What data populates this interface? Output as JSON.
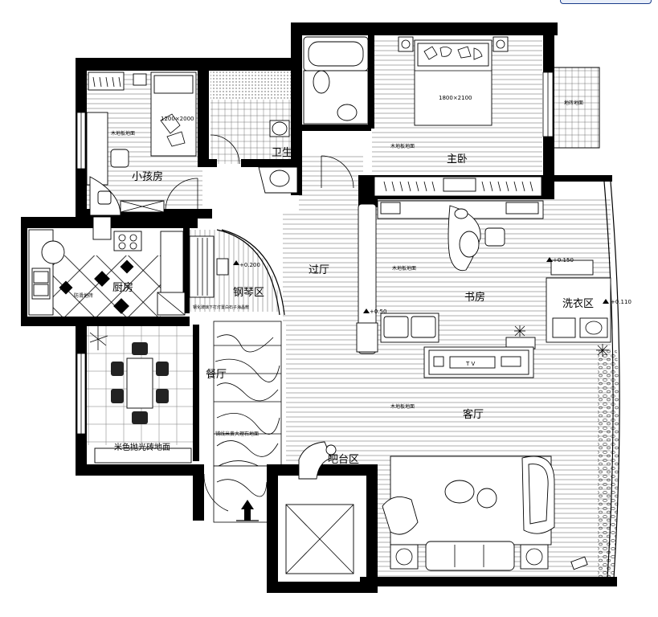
{
  "rooms": {
    "child_room": "小孩房",
    "toilet": "卫生间",
    "master_bedroom": "主卧",
    "kitchen": "厨房",
    "piano_area": "钢琴区",
    "hallway": "过厅",
    "study": "书房",
    "laundry": "洗衣区",
    "dining": "餐厅",
    "living_room": "客厅",
    "balcony": "吧台区"
  },
  "floor_notes": {
    "child_floor": "木地板地面",
    "master_floor": "木地板地面",
    "study_floor": "木地板地面",
    "living_floor": "木地板地面",
    "balcony_tile": "地砖地面",
    "kitchen_floor": "防滑地砖",
    "dining_floor": "米色抛光砖地面",
    "piano_note": "钢化玻璃下打灯置白石子海晶敷",
    "corridor_note": "铺线米黄大理石地面"
  },
  "dimensions": {
    "child_bed": "1200×2000",
    "master_bed": "1800×2100"
  },
  "levels": {
    "piano": "+0.200",
    "study_step": "+0.150",
    "laundry": "+0.110",
    "hall_step": "+0.50"
  },
  "labels": {
    "tv": "T V"
  },
  "colors": {
    "wall": "#000000",
    "floor_line": "#8a8a8a",
    "background": "#ffffff"
  }
}
